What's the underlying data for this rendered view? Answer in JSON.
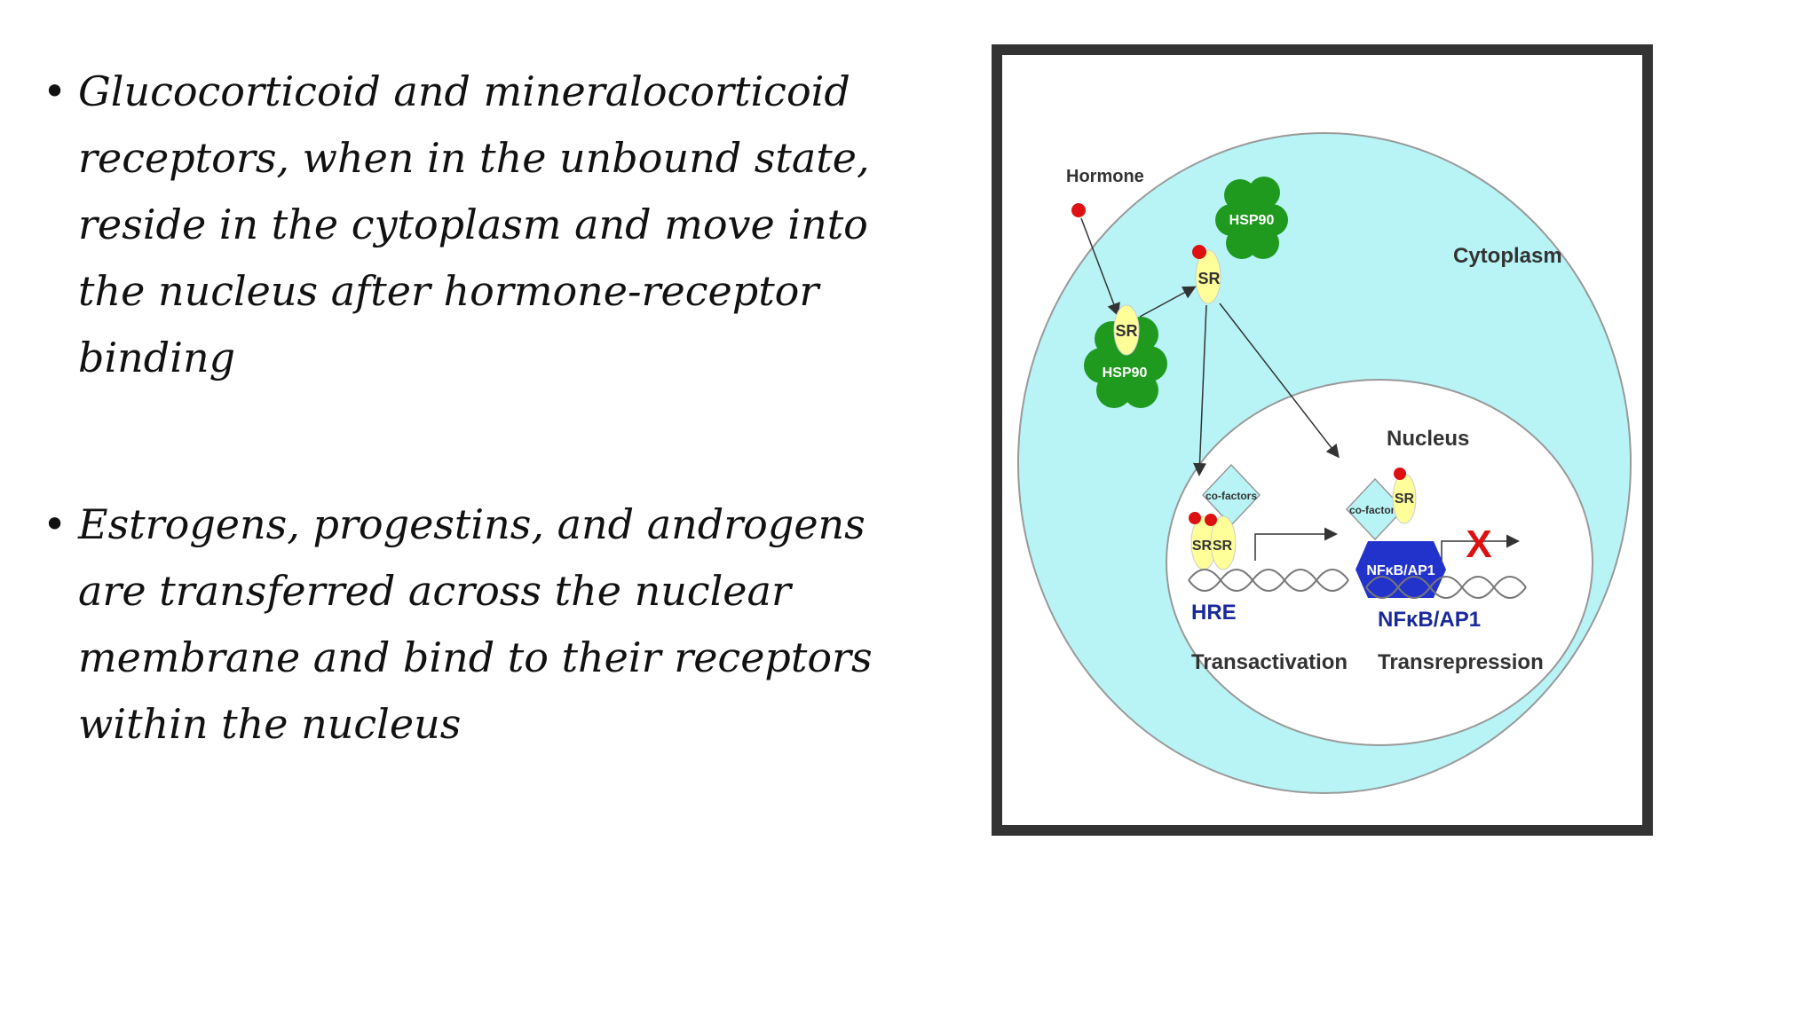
{
  "bullets": [
    "Glucocorticoid and mineralocorticoid receptors, when in the unbound state, reside in the cytoplasm and move into the nucleus after hormone-receptor binding",
    "Estrogens, progestins, and androgens are transferred across the nuclear membrane and bind to their receptors within the nucleus"
  ],
  "diagram": {
    "hormone": "Hormone",
    "hsp90": "HSP90",
    "sr": "SR",
    "cytoplasm": "Cytoplasm",
    "nucleus": "Nucleus",
    "cofactors": "co-factors",
    "nfkb_ap1": "NFκB/AP1",
    "hre": "HRE",
    "transactivation": "Transactivation",
    "transrepression": "Transrepression",
    "blocked_mark": "X"
  },
  "colors": {
    "cytoplasm_fill": "#b8f4f6",
    "hsp90_green": "#1f9a1f",
    "receptor_yellow": "#ffff99",
    "hormone_red": "#dd1111",
    "nfkb_blue": "#2233cc",
    "label_blue": "#1a2a9a",
    "block_red": "#dd1111"
  }
}
